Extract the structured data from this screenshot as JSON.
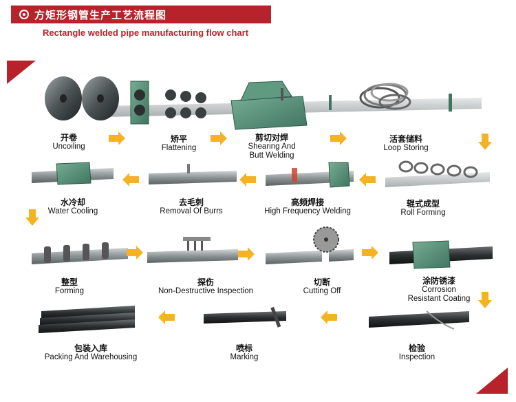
{
  "header": {
    "title_zh": "方矩形钢管生产工艺流程图",
    "subtitle_en": "Rectangle welded pipe manufacturing flow chart"
  },
  "colors": {
    "accent_red": "#b8222a",
    "arrow_orange": "#f5b324",
    "machine_green": "#4f8b73",
    "steel_dark": "#3a3a3a"
  },
  "steps": [
    {
      "zh": "开卷",
      "en": [
        "Uncoiling"
      ]
    },
    {
      "zh": "矫平",
      "en": [
        "Flattening"
      ]
    },
    {
      "zh": "剪切对焊",
      "en": [
        "Shearing And",
        "Butt Welding"
      ]
    },
    {
      "zh": "活套储料",
      "en": [
        "Loop Storing"
      ]
    },
    {
      "zh": "辊式成型",
      "en": [
        "Roll Forming"
      ]
    },
    {
      "zh": "高频焊接",
      "en": [
        "High Frequency Welding"
      ]
    },
    {
      "zh": "去毛刺",
      "en": [
        "Removal Of Burrs"
      ]
    },
    {
      "zh": "水冷却",
      "en": [
        "Water Cooling"
      ]
    },
    {
      "zh": "整型",
      "en": [
        "Forming"
      ]
    },
    {
      "zh": "探伤",
      "en": [
        "Non-Destructive Inspection"
      ]
    },
    {
      "zh": "切断",
      "en": [
        "Cutting Off"
      ]
    },
    {
      "zh": "涂防锈漆",
      "en": [
        "Corrosion",
        "Resistant Coating"
      ]
    },
    {
      "zh": "检验",
      "en": [
        "Inspection"
      ]
    },
    {
      "zh": "喷标",
      "en": [
        "Marking"
      ]
    },
    {
      "zh": "包装入库",
      "en": [
        "Packing And Warehousing"
      ]
    }
  ],
  "icons": [
    "circle-bullet-icon",
    "right-arrow-icon",
    "left-arrow-icon",
    "down-arrow-icon"
  ]
}
